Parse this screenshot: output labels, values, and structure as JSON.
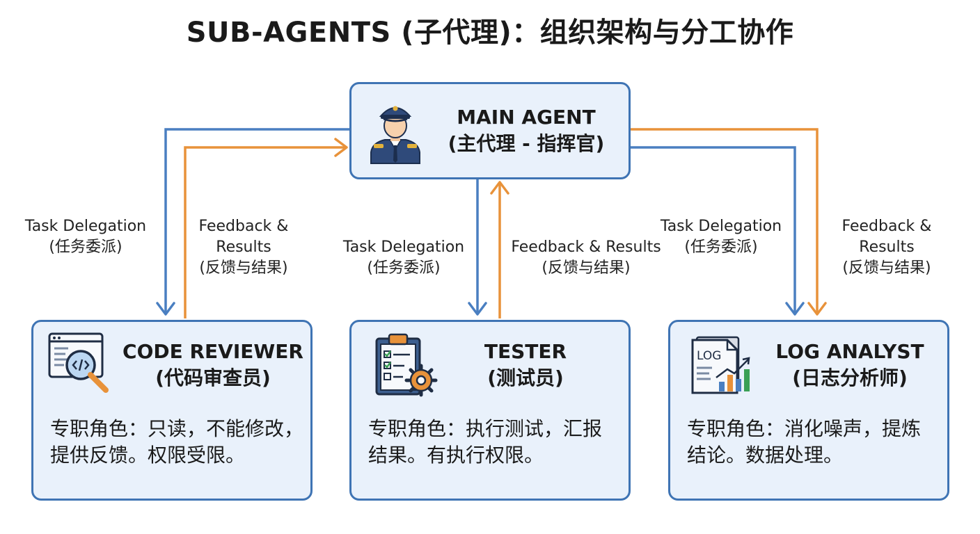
{
  "title": "SUB-AGENTS (子代理)：组织架构与分工协作",
  "colors": {
    "delegation": "#4a7fc1",
    "feedback": "#e8923a",
    "box_border": "#3f74b4",
    "box_fill": "#e9f1fb"
  },
  "main_agent": {
    "icon": "officer-icon",
    "title_en": "MAIN AGENT",
    "title_zh": "(主代理 - 指挥官)"
  },
  "sub_agents": [
    {
      "icon": "code-review-magnifier-icon",
      "title_en": "CODE REVIEWER",
      "title_zh": "(代码审查员)",
      "desc_line1": "专职角色：只读，不能修改，",
      "desc_line2": "提供反馈。权限受限。"
    },
    {
      "icon": "clipboard-gear-icon",
      "title_en": "TESTER",
      "title_zh": "(测试员)",
      "desc_line1": "专职角色：执行测试，汇报",
      "desc_line2": "结果。有执行权限。"
    },
    {
      "icon": "log-chart-icon",
      "icon_text": "LOG",
      "title_en": "LOG ANALYST",
      "title_zh": "(日志分析师)",
      "desc_line1": "专职角色：消化噪声，提炼",
      "desc_line2": "结论。数据处理。"
    }
  ],
  "labels": {
    "left_delegation": {
      "line1": "Task Delegation",
      "line2": "(任务委派)"
    },
    "left_feedback": {
      "line1": "Feedback &",
      "line2": "Results",
      "line3": "(反馈与结果)"
    },
    "center_delegation": {
      "line1": "Task Delegation",
      "line2": "(任务委派)"
    },
    "center_feedback": {
      "line1": "Feedback & Results",
      "line2": "(反馈与结果)"
    },
    "right_delegation": {
      "line1": "Task Delegation",
      "line2": "(任务委派)"
    },
    "right_feedback": {
      "line1": "Feedback &",
      "line2": "Results",
      "line3": "(反馈与结果)"
    }
  }
}
